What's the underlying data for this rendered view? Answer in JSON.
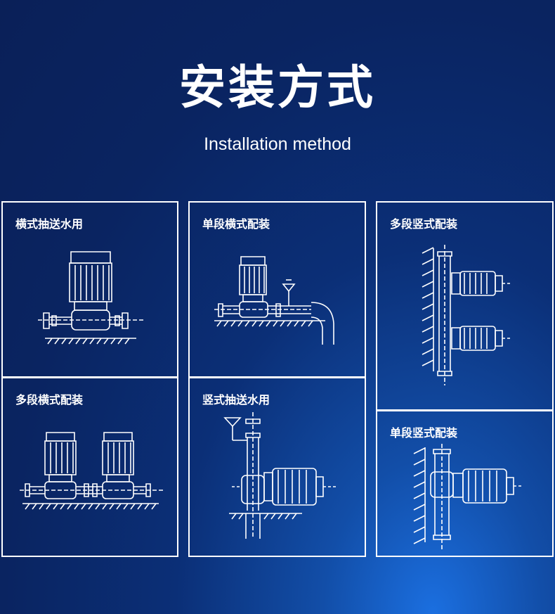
{
  "header": {
    "title": "安装方式",
    "subtitle": "Installation method"
  },
  "panels": [
    {
      "label": "横式抽送水用",
      "diagram": "horizontal-single-pump"
    },
    {
      "label": "单段横式配装",
      "diagram": "horizontal-pump-with-elbow"
    },
    {
      "label": "多段竖式配装",
      "diagram": "vertical-two-pumps-wall"
    },
    {
      "label": "多段横式配装",
      "diagram": "horizontal-two-pumps"
    },
    {
      "label": "竖式抽送水用",
      "diagram": "vertical-pump-suction"
    },
    {
      "label": "单段竖式配装",
      "diagram": "vertical-one-pump-wall"
    }
  ],
  "colors": {
    "line": "#ffffff",
    "background": "#0b2c70",
    "accent": "#1b6fe0"
  }
}
